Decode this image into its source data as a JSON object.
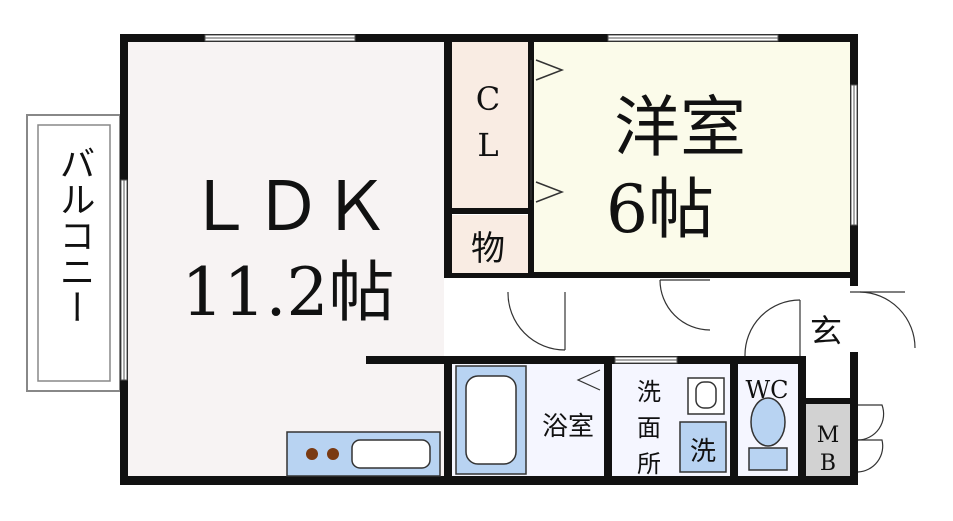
{
  "colors": {
    "wall": "#111111",
    "ldk_floor": "#f7f3f3",
    "western_floor": "#fbfbea",
    "closet_floor": "#f9ece3",
    "storage_floor": "#f9ece3",
    "bath_floor": "#f5f6ff",
    "wet_fixture": "#b8d3f2",
    "mb_floor": "#d2d2d2",
    "balcony_line": "#888888",
    "burner": "#7a3a12"
  },
  "rooms": {
    "ldk": {
      "name": "ＬＤＫ",
      "size": "11.2帖"
    },
    "western": {
      "name": "洋室",
      "size": "6帖"
    },
    "closet": {
      "line1": "C",
      "line2": "L"
    },
    "storage": {
      "label": "物"
    },
    "balcony": {
      "label": "バルコニー"
    },
    "entrance": {
      "label": "玄"
    },
    "bathroom": {
      "label": "浴室"
    },
    "washroom": {
      "line1": "洗",
      "line2": "面",
      "line3": "所"
    },
    "washer": {
      "label": "洗"
    },
    "wc": {
      "label": "WC"
    },
    "meter_box": {
      "line1": "M",
      "line2": "B"
    }
  },
  "icons": [
    "stove-burner-icon",
    "sink-icon",
    "bathtub-icon",
    "toilet-icon",
    "washbasin-icon",
    "door-swing-icon",
    "window-icon"
  ]
}
